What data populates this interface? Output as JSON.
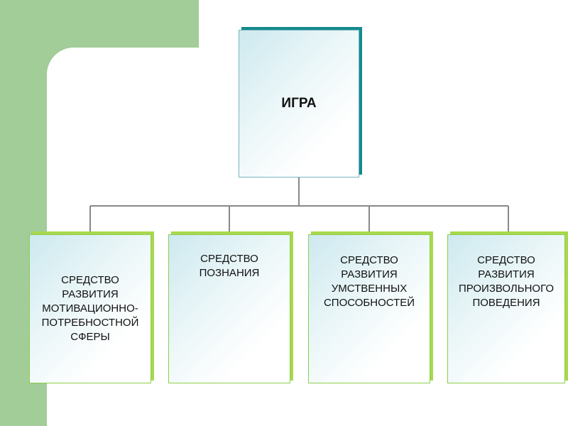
{
  "root": {
    "label": "ИГРА"
  },
  "children": [
    {
      "label": "СРЕДСТВО\nРАЗВИТИЯ\nМОТИВАЦИОННО-\nПОТРЕБНОСТНОЙ\nСФЕРЫ"
    },
    {
      "label": "СРЕДСТВО\nПОЗНАНИЯ"
    },
    {
      "label": "СРЕДСТВО\nРАЗВИТИЯ\nУМСТВЕННЫХ\nСПОСОБНОСТЕЙ"
    },
    {
      "label": "СРЕДСТВО\nРАЗВИТИЯ\nПРОИЗВОЛЬНОГО\nПОВЕДЕНИЯ"
    }
  ],
  "colors": {
    "background_green": "#a2cc98",
    "root_shadow": "#158a8c",
    "child_shadow": "#a8d84e",
    "connector": "#888888"
  }
}
